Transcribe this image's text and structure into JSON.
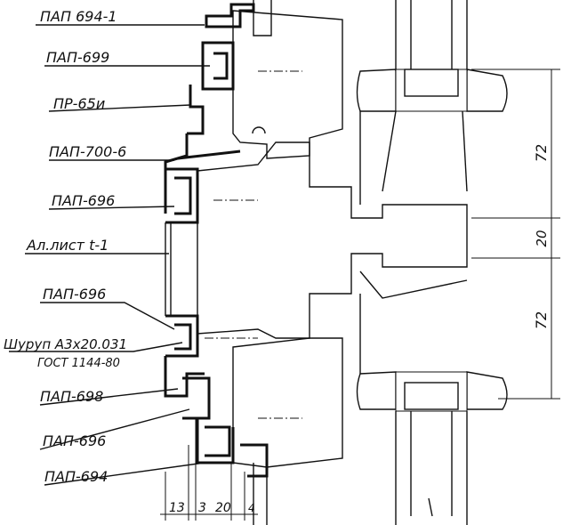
{
  "labels": {
    "pap_694_1": "ПАП 694-1",
    "pap_699": "ПАП-699",
    "pr_65u": "ПР-65и",
    "pap_700_6": "ПАП-700-6",
    "pap_696_top": "ПАП-696",
    "al_list": "Ал.лист t-1",
    "pap_696_mid": "ПАП-696",
    "shurup": "Шуруп А3х20.031",
    "gost": "ГОСТ 1144-80",
    "pap_698": "ПАП-698",
    "pap_696_bot": "ПАП-696",
    "pap_694": "ПАП-694"
  },
  "dimensions": {
    "d72_top": "72",
    "d20_mid": "20",
    "d72_bot": "72",
    "d13": "13",
    "d3": "3",
    "d20_bot": "20",
    "d4": "4"
  }
}
